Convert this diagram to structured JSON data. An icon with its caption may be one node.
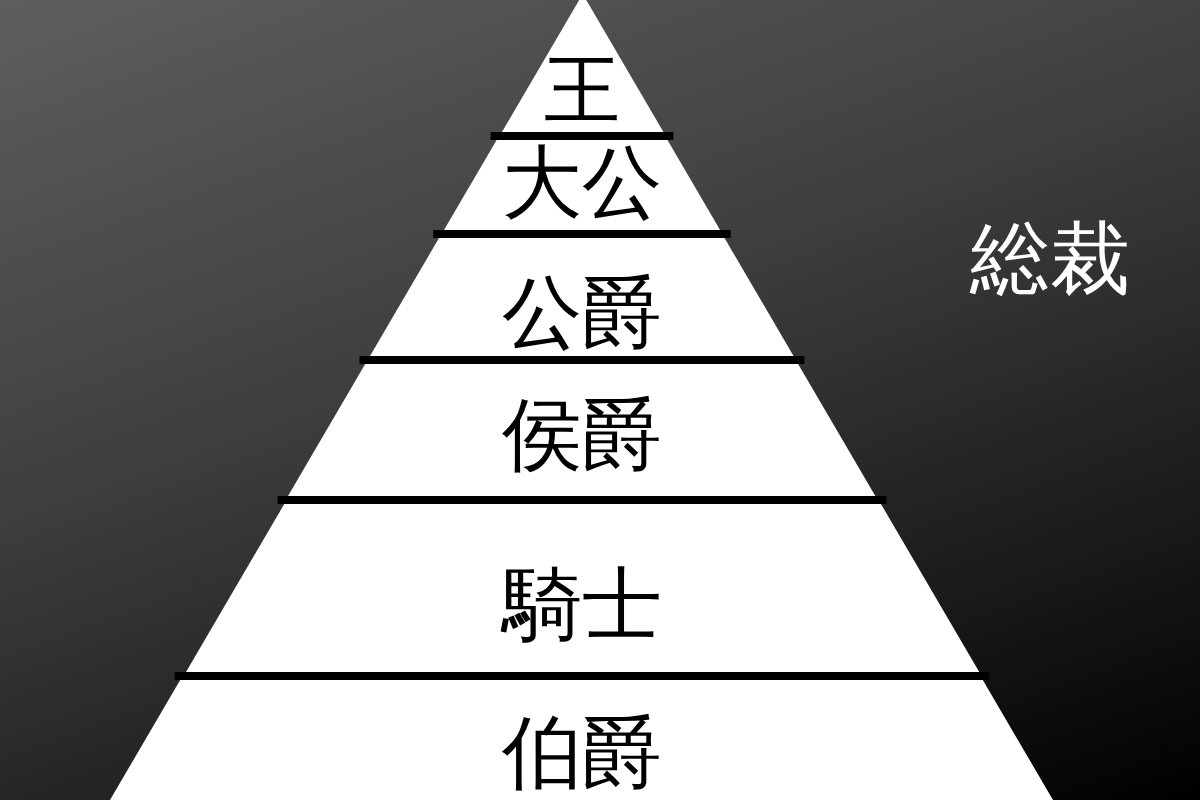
{
  "diagram": {
    "nodes": [
      {
        "text": [
          "王"
        ]
      },
      {
        "text": [
          "大公"
        ]
      },
      {
        "text": [
          "公爵"
        ]
      },
      {
        "text": [
          "侯爵"
        ]
      },
      {
        "text": [
          "騎士"
        ]
      },
      {
        "text": [
          "伯爵"
        ]
      }
    ],
    "labels": [
      "総裁"
    ]
  }
}
